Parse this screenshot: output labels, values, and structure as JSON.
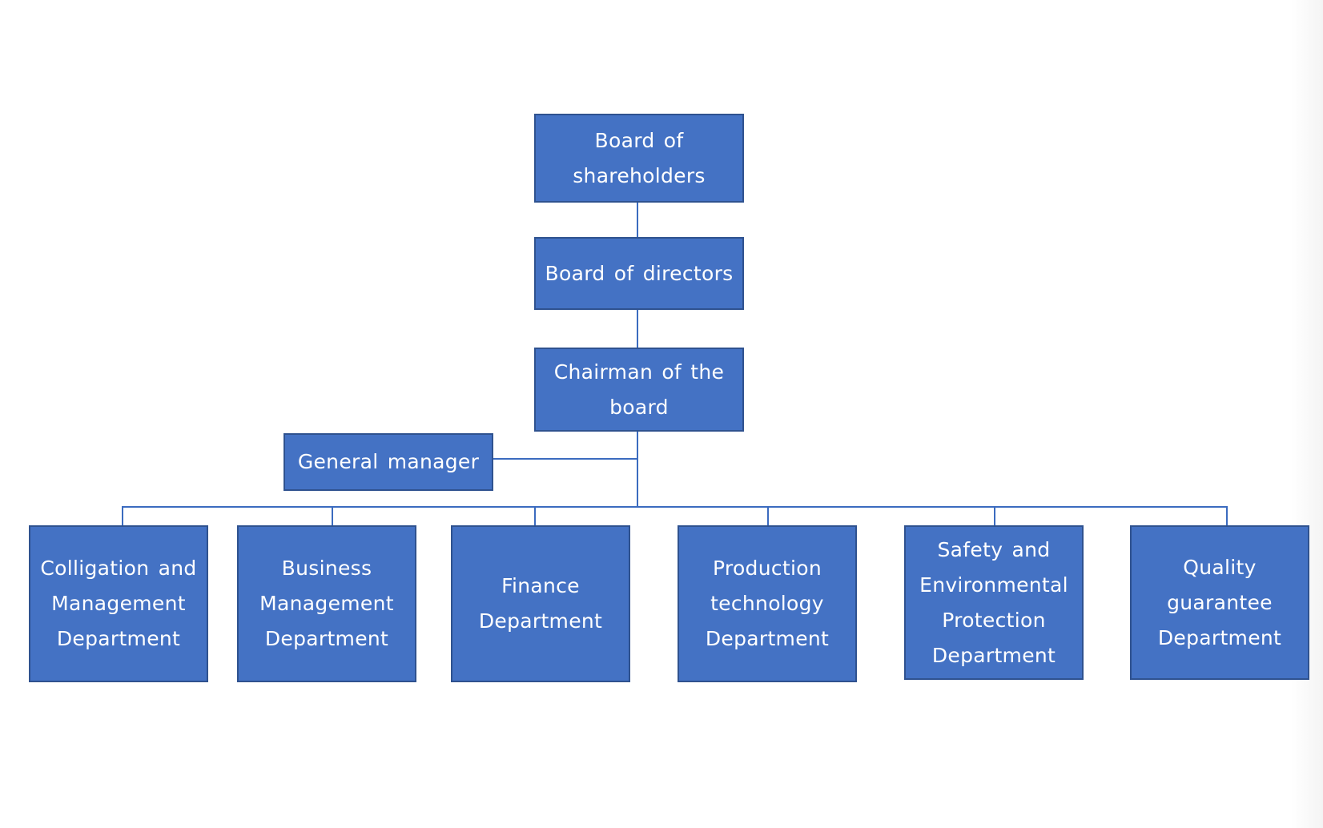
{
  "diagram": {
    "shareholders": {
      "lines": [
        "Board  of",
        "shareholders"
      ]
    },
    "directors": {
      "lines": [
        "Board  of  directors"
      ]
    },
    "chairman": {
      "lines": [
        "Chairman  of  the",
        "board"
      ]
    },
    "general_manager": {
      "lines": [
        "General  manager"
      ]
    },
    "departments": [
      {
        "lines": [
          "Colligation and",
          "Management",
          "Department"
        ]
      },
      {
        "lines": [
          "Business",
          "Management",
          "Department"
        ]
      },
      {
        "lines": [
          "Finance",
          "Department"
        ]
      },
      {
        "lines": [
          "Production",
          "technology",
          "Department"
        ]
      },
      {
        "lines": [
          "Safety  and",
          "Environmental",
          "Protection",
          "Department"
        ]
      },
      {
        "lines": [
          "Quality",
          "guarantee",
          "Department"
        ]
      }
    ],
    "colors": {
      "box_fill": "#4472c4",
      "box_border": "#2f528f",
      "connector": "#3b6bbf",
      "text": "#ffffff"
    }
  }
}
